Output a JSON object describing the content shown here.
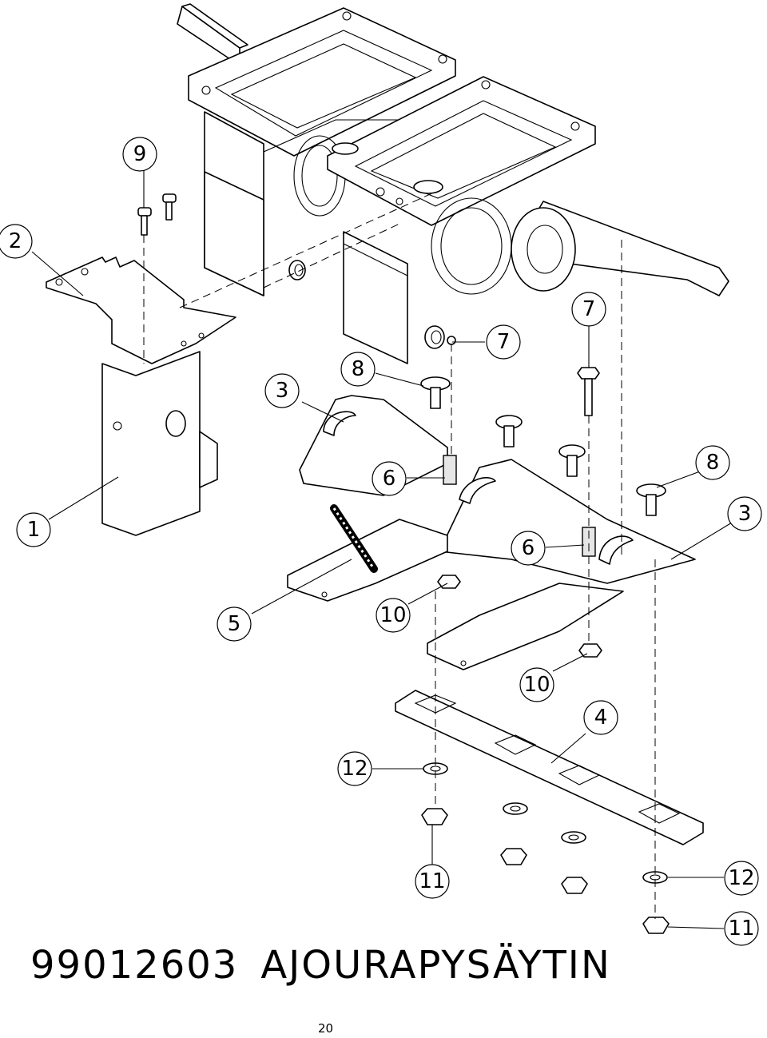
{
  "document": {
    "part_number": "99012603",
    "part_name": "AJOURAPYSÄYTIN",
    "page_number": "20"
  },
  "callouts": [
    {
      "id": "callout-9",
      "label": "9"
    },
    {
      "id": "callout-2",
      "label": "2"
    },
    {
      "id": "callout-3-left",
      "label": "3"
    },
    {
      "id": "callout-8-left",
      "label": "8"
    },
    {
      "id": "callout-7-mid",
      "label": "7"
    },
    {
      "id": "callout-7-top",
      "label": "7"
    },
    {
      "id": "callout-8-right",
      "label": "8"
    },
    {
      "id": "callout-3-right",
      "label": "3"
    },
    {
      "id": "callout-1",
      "label": "1"
    },
    {
      "id": "callout-6-left",
      "label": "6"
    },
    {
      "id": "callout-6-right",
      "label": "6"
    },
    {
      "id": "callout-5",
      "label": "5"
    },
    {
      "id": "callout-10-left",
      "label": "10"
    },
    {
      "id": "callout-10-right",
      "label": "10"
    },
    {
      "id": "callout-4",
      "label": "4"
    },
    {
      "id": "callout-12-left",
      "label": "12"
    },
    {
      "id": "callout-11-left",
      "label": "11"
    },
    {
      "id": "callout-12-right",
      "label": "12"
    },
    {
      "id": "callout-11-right",
      "label": "11"
    }
  ]
}
